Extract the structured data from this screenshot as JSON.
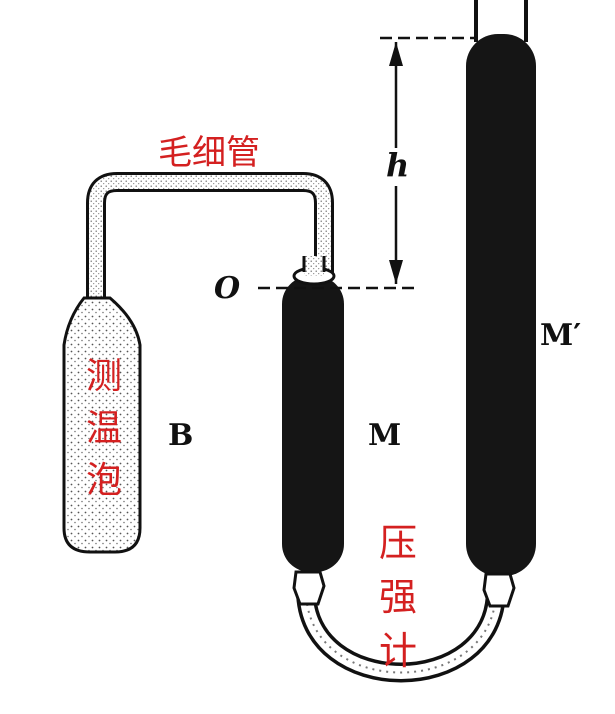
{
  "labels": {
    "capillary": "毛细管",
    "bulb": "测温泡",
    "bulb_chars": [
      "测",
      "温",
      "泡"
    ],
    "manometer": "压强计",
    "manometer_chars": [
      "压",
      "强",
      "计"
    ],
    "B": "B",
    "M": "M",
    "M_prime": "M′",
    "O": "O",
    "h": "h"
  },
  "colors": {
    "red_text": "#d42020",
    "ink": "#111111",
    "mercury": "#151515",
    "background": "#ffffff"
  }
}
